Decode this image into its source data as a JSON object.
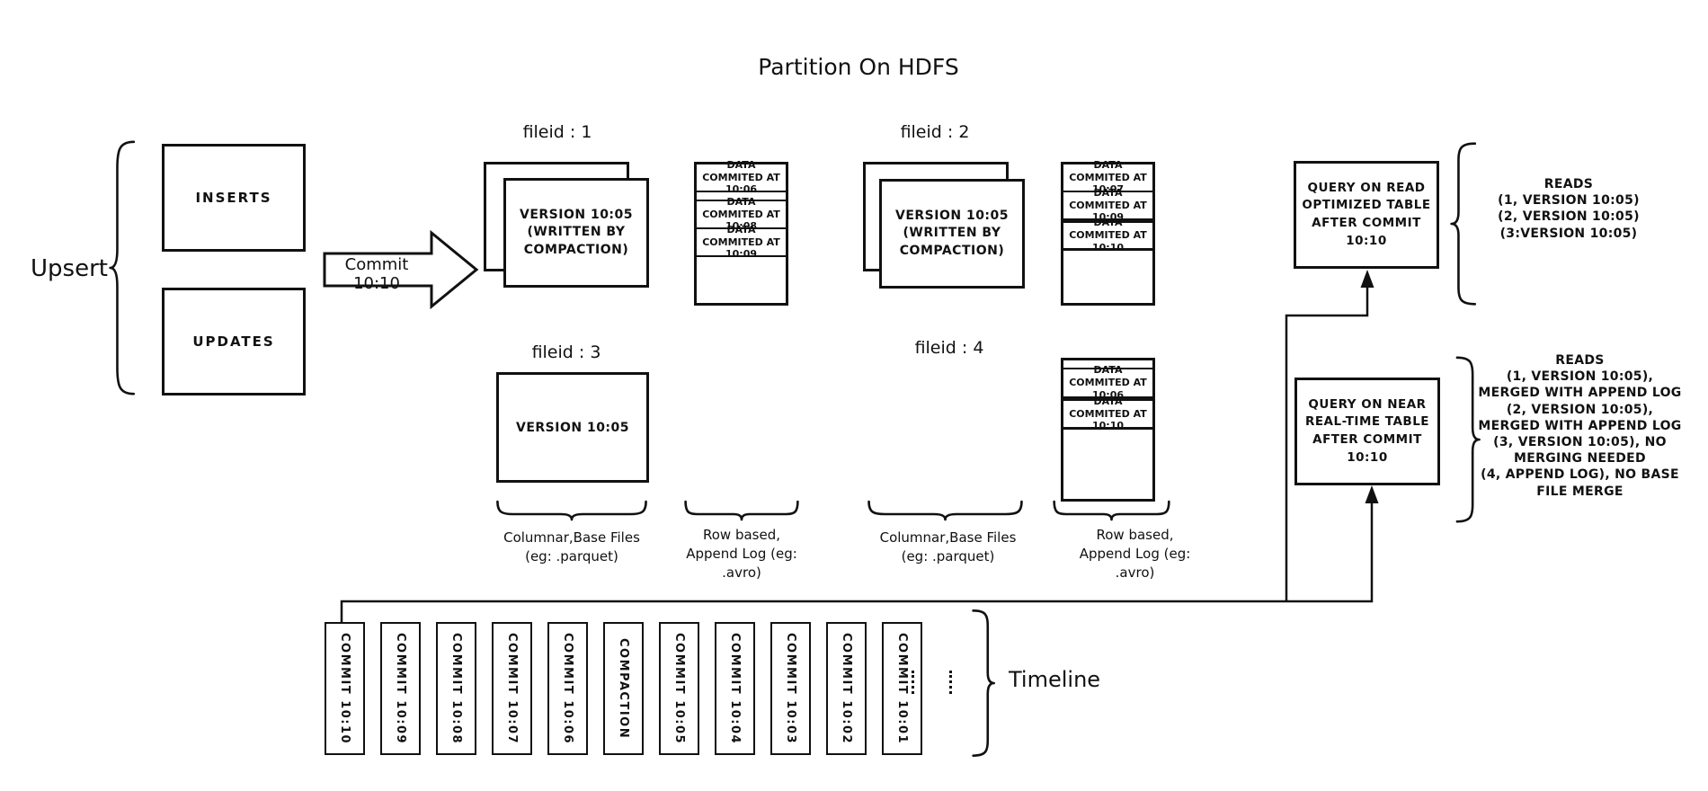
{
  "colors": {
    "ink": "#111111",
    "background": "#ffffff"
  },
  "title": "Partition On HDFS",
  "upsert": {
    "label": "Upsert",
    "inserts": "INSERTS",
    "updates": "UPDATES"
  },
  "arrow": {
    "label": "Commit 10:10"
  },
  "groups": {
    "f1": {
      "label": "fileid : 1",
      "base": "VERSION 10:05\n(WRITTEN BY\nCOMPACTION)"
    },
    "f2": {
      "label": "fileid : 2",
      "base": "VERSION 10:05\n(WRITTEN BY\nCOMPACTION)"
    },
    "f3": {
      "label": "fileid : 3",
      "base": "VERSION 10:05"
    },
    "f4": {
      "label": "fileid : 4"
    }
  },
  "logs": {
    "log1": {
      "cells": [
        "DATA COMMITED AT 10:06",
        "DATA COMMITED AT 10:08",
        "DATA COMMITED AT 10:09"
      ]
    },
    "log2": {
      "cells": [
        "DATA COMMITED AT 10:07",
        "DATA COMMITED AT 10:09",
        "DATA COMMITED AT 10:10"
      ]
    },
    "log4": {
      "cells": [
        "DATA COMMITED AT 10:06",
        "DATA COMMITED AT 10:10"
      ]
    }
  },
  "annotations": {
    "columnar": "Columnar,Base Files\n(eg: .parquet)",
    "rowbased": "Row based,\nAppend Log (eg:\n.avro)"
  },
  "queries": {
    "read_optimized": {
      "title": "QUERY ON READ\nOPTIMIZED TABLE\nAFTER COMMIT\n10:10",
      "reads": "READS\n(1, VERSION 10:05)\n(2, VERSION 10:05)\n(3:VERSION 10:05)"
    },
    "near_real_time": {
      "title": "QUERY ON NEAR\nREAL-TIME TABLE\nAFTER COMMIT\n10:10",
      "reads": "READS\n(1, VERSION 10:05),\nMERGED WITH APPEND LOG\n(2, VERSION 10:05),\nMERGED WITH APPEND LOG\n(3, VERSION 10:05), NO\nMERGING NEEDED\n(4, APPEND LOG), NO BASE\nFILE MERGE"
    }
  },
  "timeline": {
    "label": "Timeline",
    "items": [
      "COMMIT  10:10",
      "COMMIT  10:09",
      "COMMIT  10:08",
      "COMMIT  10:07",
      "COMMIT  10:06",
      "COMPACTION",
      "COMMIT  10:05",
      "COMMIT  10:04",
      "COMMIT  10:03",
      "COMMIT  10:02",
      "COMMIT  10:01"
    ]
  }
}
